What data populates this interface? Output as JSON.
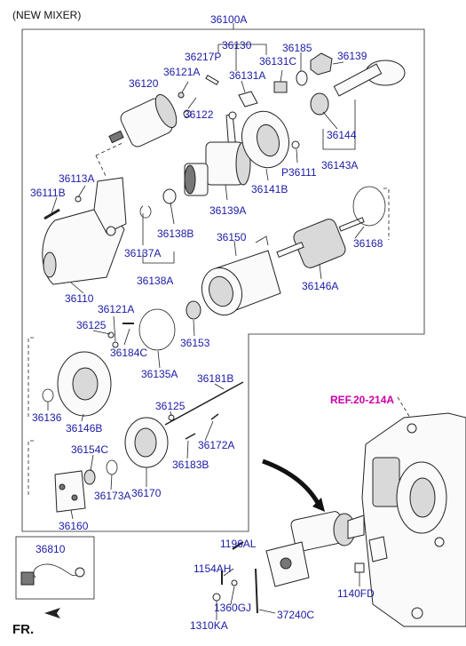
{
  "header": {
    "variant": "(NEW MIXER)",
    "assembly": "36100A"
  },
  "labels": {
    "p36130": "36130",
    "p36217P": "36217P",
    "p36185": "36185",
    "p36139": "36139",
    "p36121A_top": "36121A",
    "p36131C": "36131C",
    "p36131A": "36131A",
    "p36120": "36120",
    "p36122": "36122",
    "p36144": "36144",
    "p36143A": "36143A",
    "p36111": "P36111",
    "p36141B": "36141B",
    "p36113A": "36113A",
    "p36111B": "36111B",
    "p36139A": "36139A",
    "p36138B": "36138B",
    "p36137A": "36137A",
    "p36138A": "36138A",
    "p36150": "36150",
    "p36168": "36168",
    "p36146A": "36146A",
    "p36110": "36110",
    "p36121A_mid": "36121A",
    "p36125_mid": "36125",
    "p36184C": "36184C",
    "p36153": "36153",
    "p36135A": "36135A",
    "p36181B": "36181B",
    "p36136": "36136",
    "p36146B": "36146B",
    "p36125_low": "36125",
    "p36172A": "36172A",
    "p36183B": "36183B",
    "p36154C": "36154C",
    "p36173A": "36173A",
    "p36170": "36170",
    "p36160": "36160",
    "p36810": "36810",
    "p1196AL": "1196AL",
    "p1154AH": "1154AH",
    "p1360GJ": "1360GJ",
    "p37240C": "37240C",
    "p1310KA": "1310KA",
    "p1140FD": "1140FD"
  },
  "reference": "REF.20-214A",
  "footer": {
    "direction": "FR."
  },
  "colors": {
    "part_number": "#1a1aa6",
    "reference": "#cc00aa",
    "outline": "#222222"
  }
}
